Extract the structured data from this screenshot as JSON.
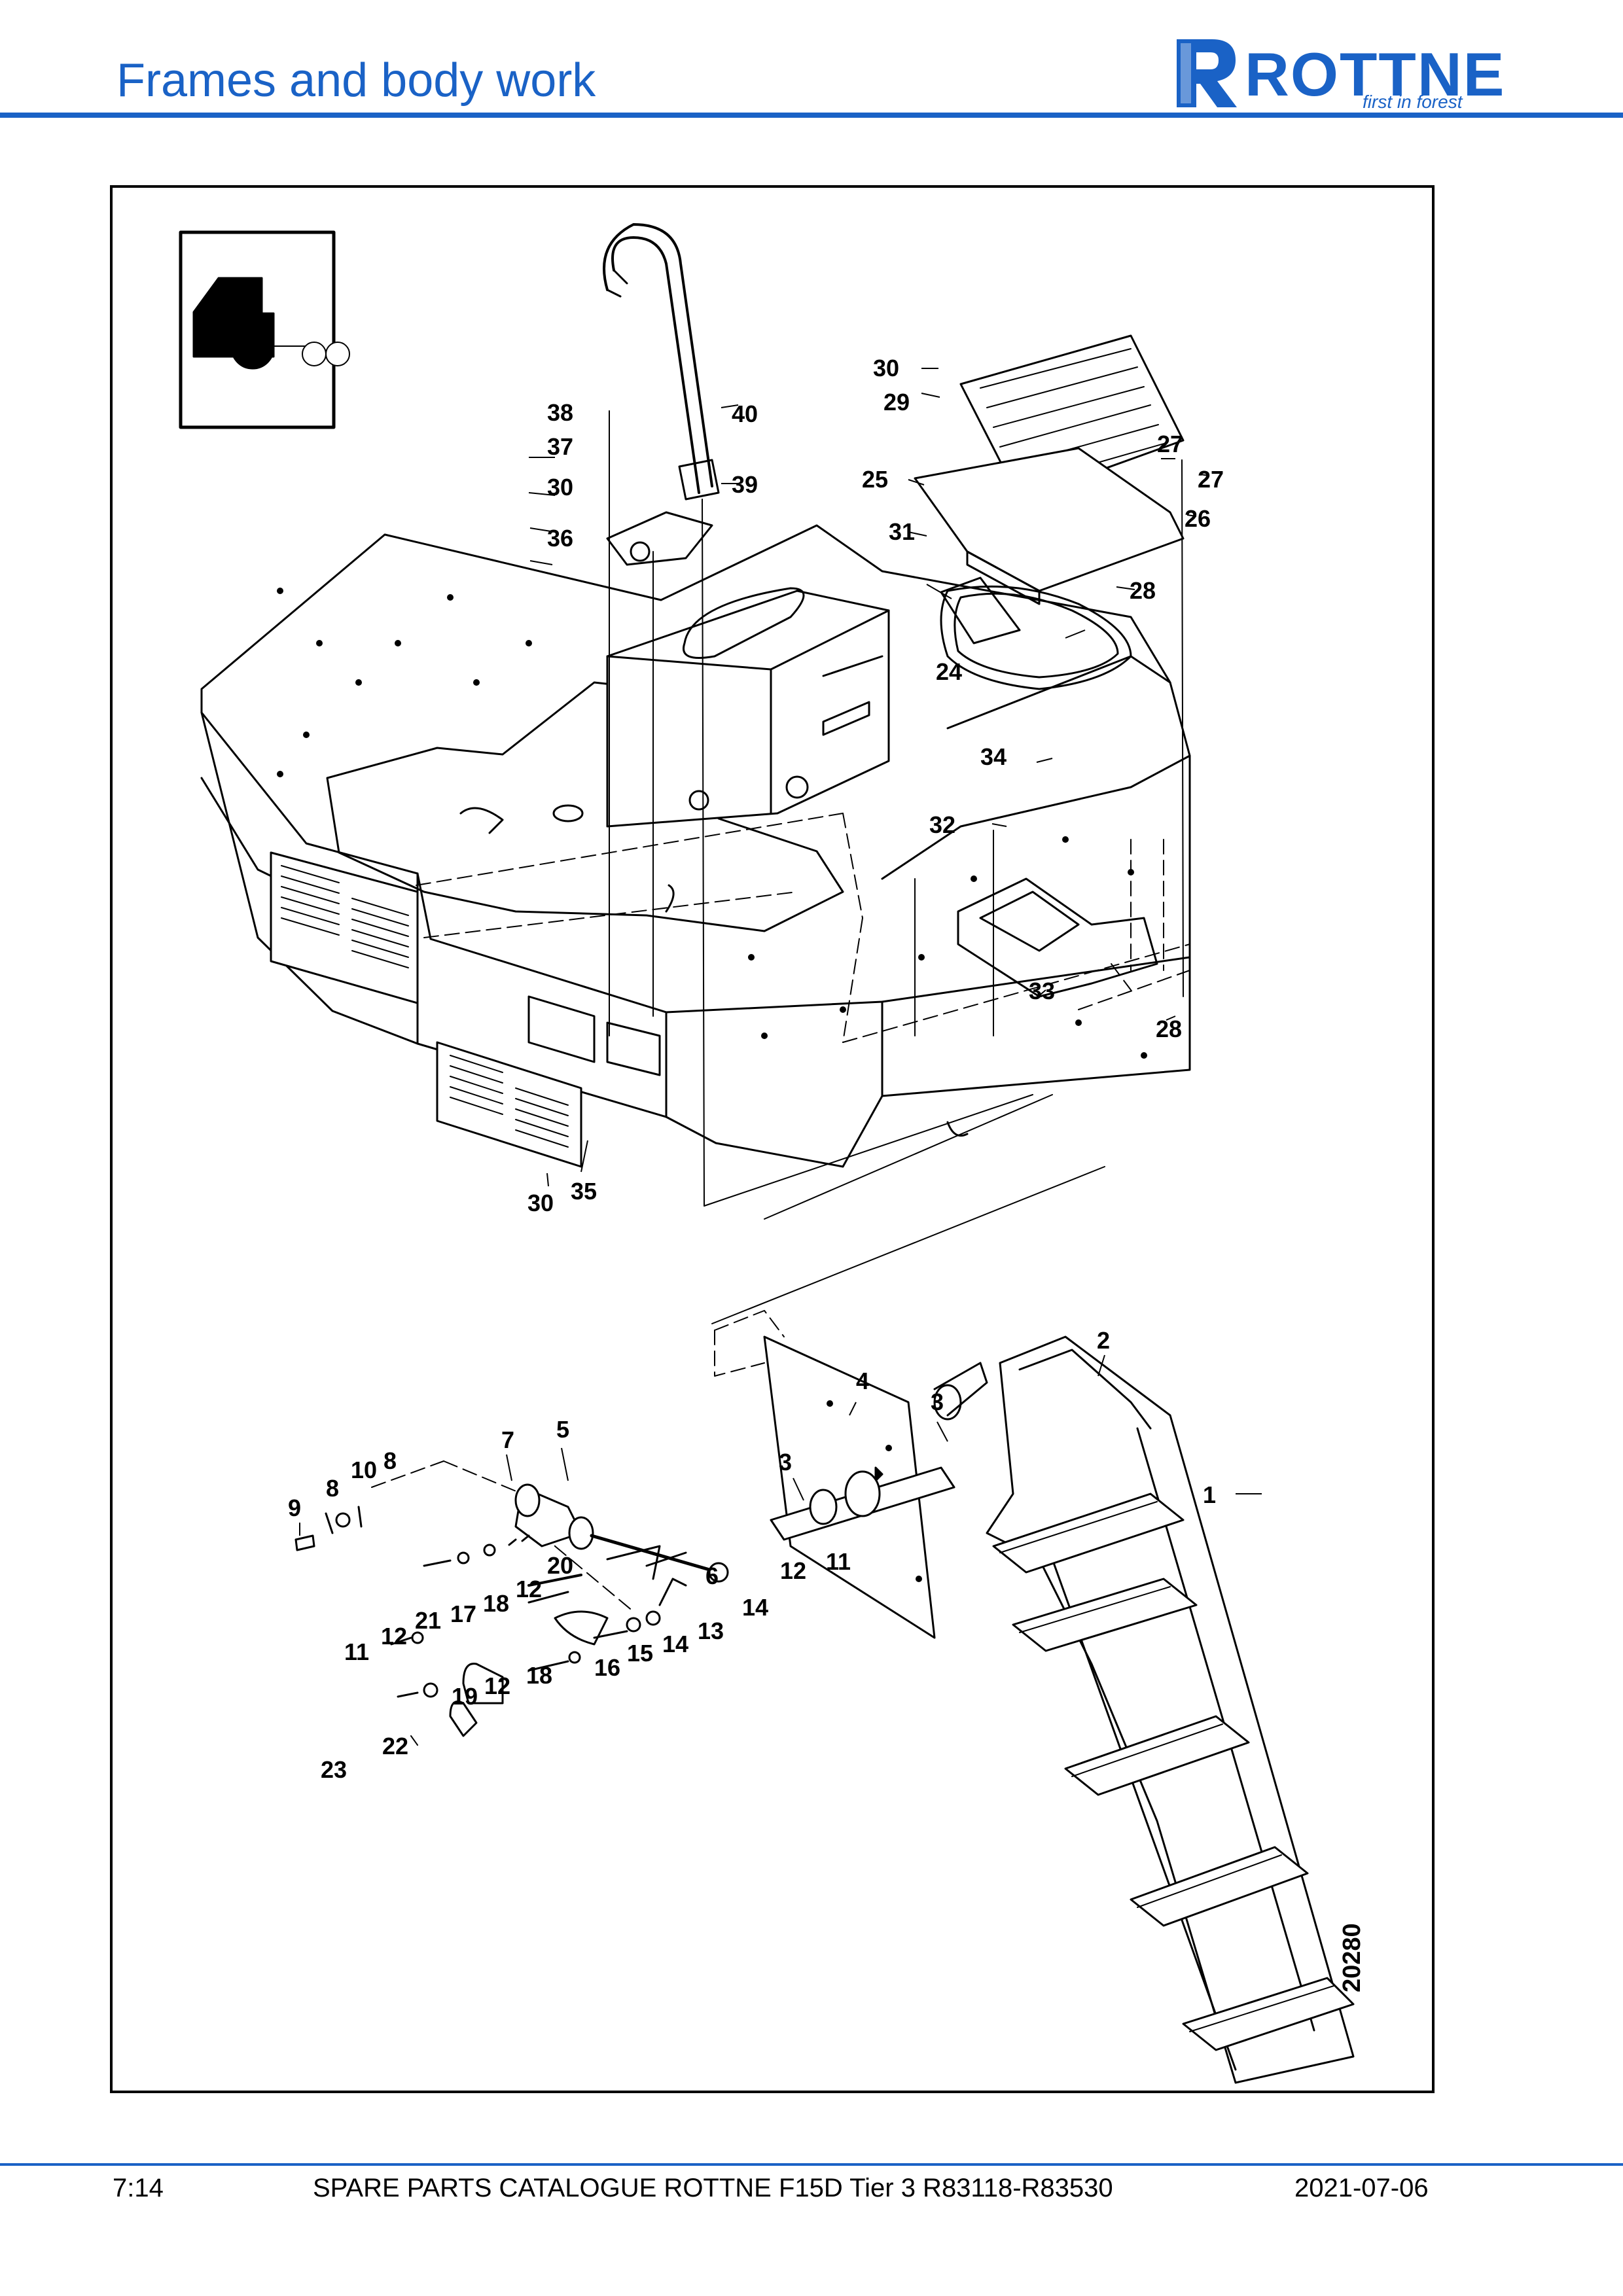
{
  "header": {
    "title": "Frames and body work",
    "brand": "ROTTNE",
    "slogan": "first in forest"
  },
  "colors": {
    "accent": "#1a62c6"
  },
  "figure": {
    "figure_number": "20280",
    "machine_icon": "forwarder-machine-icon",
    "callouts": {
      "c1": "1",
      "c2": "2",
      "c3a": "3",
      "c3b": "3",
      "c4": "4",
      "c5": "5",
      "c6": "6",
      "c7": "7",
      "c8a": "8",
      "c8b": "8",
      "c9": "9",
      "c10": "10",
      "c11a": "11",
      "c11b": "11",
      "c12a": "12",
      "c12b": "12",
      "c12c": "12",
      "c12d": "12",
      "c13": "13",
      "c14a": "14",
      "c14b": "14",
      "c15": "15",
      "c16": "16",
      "c17": "17",
      "c18a": "18",
      "c18b": "18",
      "c19": "19",
      "c20": "20",
      "c21": "21",
      "c22": "22",
      "c23": "23",
      "c24": "24",
      "c25": "25",
      "c26": "26",
      "c27a": "27",
      "c27b": "27",
      "c28a": "28",
      "c28b": "28",
      "c29": "29",
      "c30a": "30",
      "c30b": "30",
      "c30c": "30",
      "c31": "31",
      "c32": "32",
      "c33": "33",
      "c34": "34",
      "c35": "35",
      "c36": "36",
      "c37": "37",
      "c38": "38",
      "c39": "39",
      "c40": "40"
    }
  },
  "footer": {
    "page": "7:14",
    "catalogue": "SPARE PARTS CATALOGUE ROTTNE F15D Tier 3 R83118-R83530",
    "date": "2021-07-06"
  }
}
